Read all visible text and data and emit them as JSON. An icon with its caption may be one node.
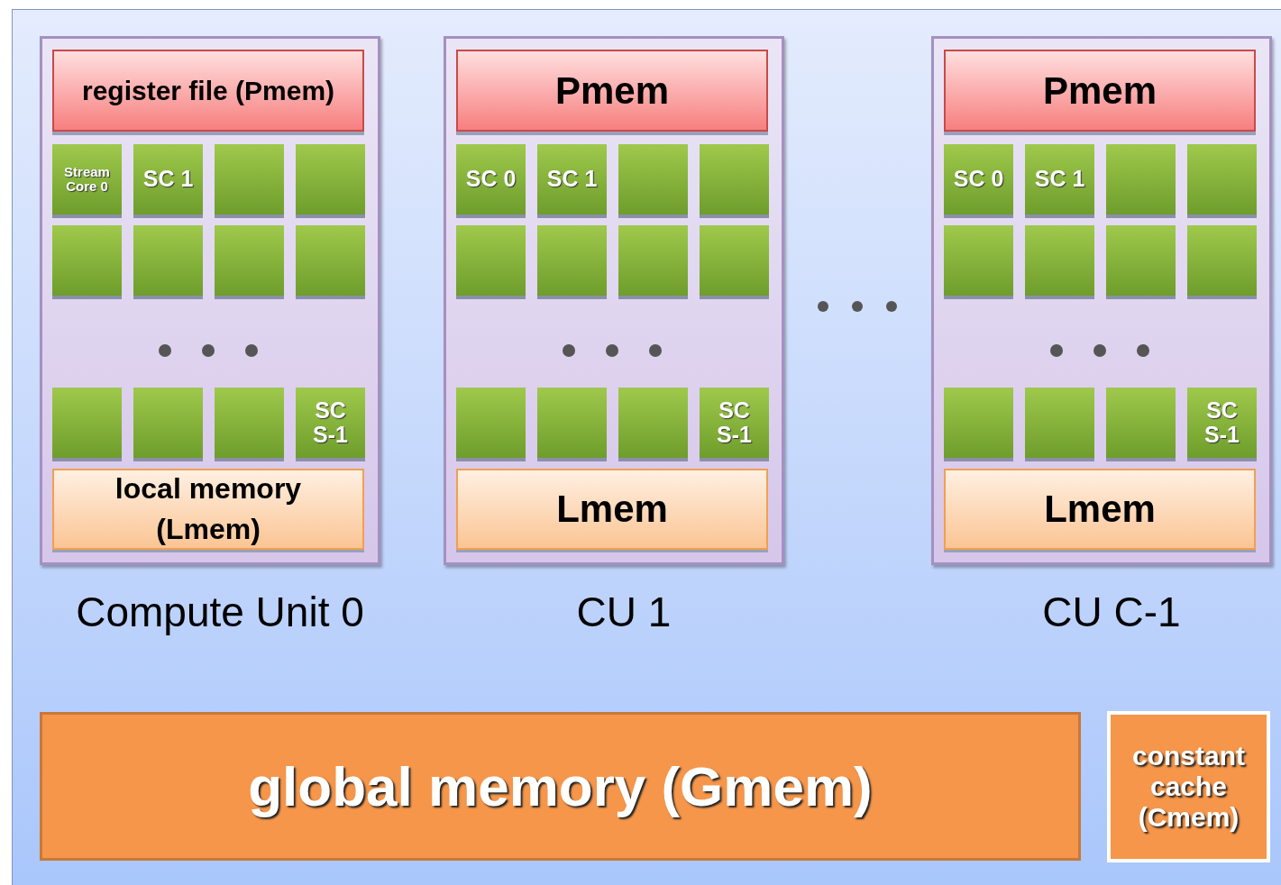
{
  "diagram": {
    "nodes": [
      {
        "text": [
          "Compute Unit 0"
        ]
      },
      {
        "text": [
          "register file (Pmem)"
        ],
        "in": 0
      },
      {
        "text": [
          "Stream Core 0"
        ],
        "in": 0
      },
      {
        "text": [
          "SC 1"
        ],
        "in": 0
      },
      {
        "text": [],
        "shape": "box",
        "in": 0
      },
      {
        "text": [],
        "shape": "box",
        "in": 0
      },
      {
        "text": [],
        "shape": "box",
        "in": 0
      },
      {
        "text": [],
        "shape": "box",
        "in": 0
      },
      {
        "text": [],
        "shape": "box",
        "in": 0
      },
      {
        "text": [],
        "shape": "box",
        "in": 0
      },
      {
        "text": [],
        "shape": "box",
        "in": 0
      },
      {
        "text": [],
        "shape": "box",
        "in": 0
      },
      {
        "text": [],
        "shape": "box",
        "in": 0
      },
      {
        "text": [
          "SC S-1"
        ],
        "in": 0
      },
      {
        "text": [
          "local memory (Lmem)"
        ],
        "in": 0
      },
      {
        "text": [
          "CU 1"
        ]
      },
      {
        "text": [
          "Pmem"
        ],
        "in": 15
      },
      {
        "text": [
          "SC 0"
        ],
        "in": 15
      },
      {
        "text": [
          "SC 1"
        ],
        "in": 15
      },
      {
        "text": [],
        "shape": "box",
        "in": 15
      },
      {
        "text": [],
        "shape": "box",
        "in": 15
      },
      {
        "text": [],
        "shape": "box",
        "in": 15
      },
      {
        "text": [],
        "shape": "box",
        "in": 15
      },
      {
        "text": [],
        "shape": "box",
        "in": 15
      },
      {
        "text": [],
        "shape": "box",
        "in": 15
      },
      {
        "text": [],
        "shape": "box",
        "in": 15
      },
      {
        "text": [],
        "shape": "box",
        "in": 15
      },
      {
        "text": [],
        "shape": "box",
        "in": 15
      },
      {
        "text": [
          "SC S-1"
        ],
        "in": 15
      },
      {
        "text": [
          "Lmem"
        ],
        "in": 15
      },
      {
        "text": [
          "CU C-1"
        ]
      },
      {
        "text": [
          "Pmem"
        ],
        "in": 30
      },
      {
        "text": [
          "SC 0"
        ],
        "in": 30
      },
      {
        "text": [
          "SC 1"
        ],
        "in": 30
      },
      {
        "text": [],
        "shape": "box",
        "in": 30
      },
      {
        "text": [],
        "shape": "box",
        "in": 30
      },
      {
        "text": [],
        "shape": "box",
        "in": 30
      },
      {
        "text": [],
        "shape": "box",
        "in": 30
      },
      {
        "text": [],
        "shape": "box",
        "in": 30
      },
      {
        "text": [],
        "shape": "box",
        "in": 30
      },
      {
        "text": [],
        "shape": "box",
        "in": 30
      },
      {
        "text": [],
        "shape": "box",
        "in": 30
      },
      {
        "text": [],
        "shape": "box",
        "in": 30
      },
      {
        "text": [
          "SC S-1"
        ],
        "in": 30
      },
      {
        "text": [
          "Lmem"
        ],
        "in": 30
      },
      {
        "text": [
          "global memory (Gmem)"
        ]
      },
      {
        "text": [
          "constant cache (Cmem)"
        ]
      }
    ],
    "edges": []
  }
}
